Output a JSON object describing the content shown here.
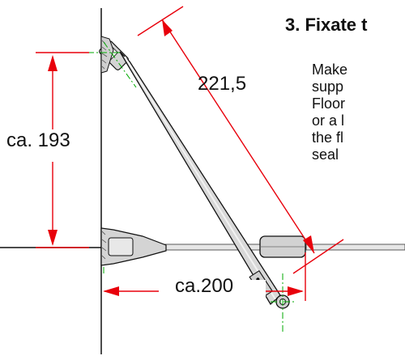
{
  "heading": "3. Fixate t",
  "instructions": [
    "Make",
    "supp",
    "Floor",
    "or a l",
    "the fl",
    "seal"
  ],
  "dimensions": {
    "diagonal": "221,5",
    "vertical": "ca. 193",
    "horizontal": "ca.200"
  },
  "colors": {
    "dimension_line": "#e8000b",
    "center_line": "#00aa00",
    "outline": "#111111",
    "part_fill": "#d4d4d4"
  }
}
